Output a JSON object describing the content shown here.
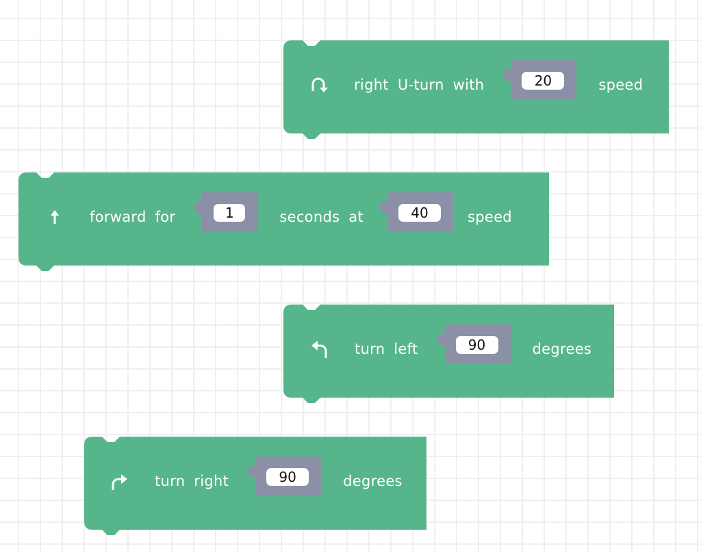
{
  "colors": {
    "block": "#57b58c",
    "slot": "#8b90a6",
    "grid": "#efefef"
  },
  "blocks": [
    {
      "icon": "u-turn-right-icon",
      "label_before": "right U-turn with",
      "value": "20",
      "label_after": "speed"
    },
    {
      "icon": "arrow-up-icon",
      "label_before": "forward for",
      "value": "1",
      "label_mid": "seconds at",
      "value2": "40",
      "label_after": "speed"
    },
    {
      "icon": "turn-left-icon",
      "label_before": "turn left",
      "value": "90",
      "label_after": "degrees"
    },
    {
      "icon": "turn-right-icon",
      "label_before": "turn right",
      "value": "90",
      "label_after": "degrees"
    }
  ]
}
